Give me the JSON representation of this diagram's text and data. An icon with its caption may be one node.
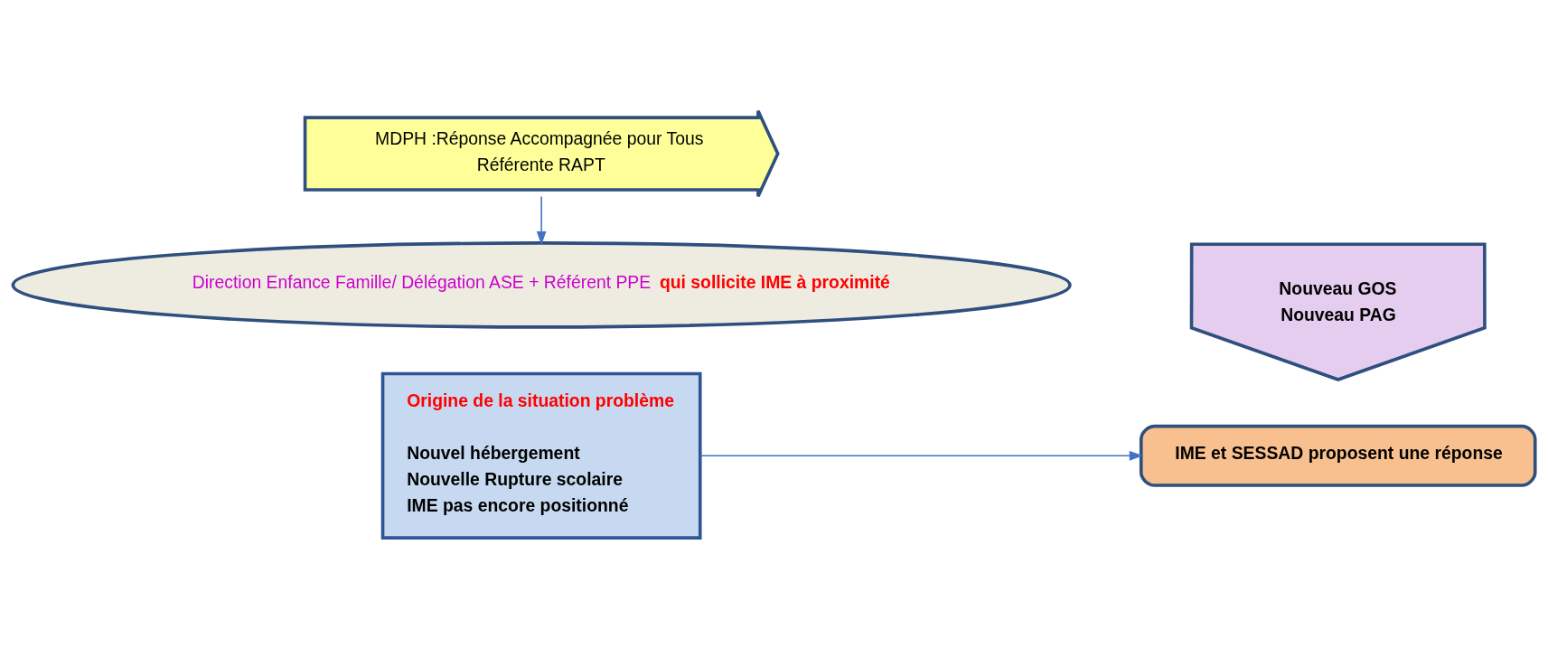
{
  "diagram": {
    "nodes": [
      {
        "text": [
          "Origine de la situation problème",
          "Nouvel hébergement",
          "Nouvelle Rupture scolaire",
          "IME pas encore positionné"
        ]
      },
      {
        "text": [
          "Direction Enfance Famille/ Délégation ASE + Référent PPE **qui sollicite IME à proximité**"
        ]
      },
      {
        "text": [
          "MDPH :Réponse Accompagnée pour Tous",
          "Référente RAPT"
        ]
      },
      {
        "text": [
          "Nouveau GOS",
          "Nouveau PAG"
        ]
      },
      {
        "text": [
          "IME et SESSAD proposent une réponse"
        ]
      }
    ],
    "edges": [
      {
        "from": 2,
        "to": 1,
        "arrow": "to"
      },
      {
        "from": 0,
        "to": 4,
        "arrow": "to"
      }
    ]
  }
}
